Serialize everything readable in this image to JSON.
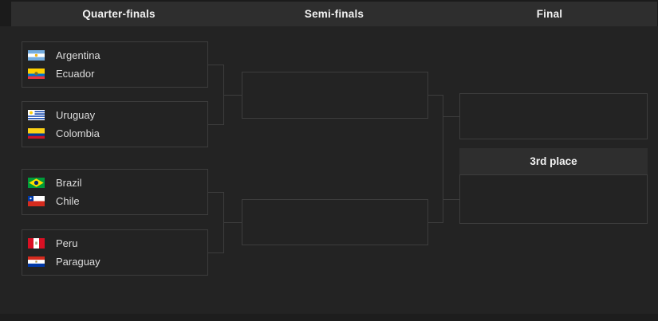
{
  "header": {
    "rounds": [
      "Quarter-finals",
      "Semi-finals",
      "Final"
    ]
  },
  "bracket": {
    "quarterfinals": [
      {
        "teams": [
          {
            "name": "Argentina",
            "flag_icon": "argentina-flag-icon"
          },
          {
            "name": "Ecuador",
            "flag_icon": "ecuador-flag-icon"
          }
        ]
      },
      {
        "teams": [
          {
            "name": "Uruguay",
            "flag_icon": "uruguay-flag-icon"
          },
          {
            "name": "Colombia",
            "flag_icon": "colombia-flag-icon"
          }
        ]
      },
      {
        "teams": [
          {
            "name": "Brazil",
            "flag_icon": "brazil-flag-icon"
          },
          {
            "name": "Chile",
            "flag_icon": "chile-flag-icon"
          }
        ]
      },
      {
        "teams": [
          {
            "name": "Peru",
            "flag_icon": "peru-flag-icon"
          },
          {
            "name": "Paraguay",
            "flag_icon": "paraguay-flag-icon"
          }
        ]
      }
    ],
    "semifinals": [
      {
        "teams": []
      },
      {
        "teams": []
      }
    ],
    "final": {
      "teams": []
    },
    "third_place": {
      "label": "3rd place",
      "teams": []
    }
  },
  "colors": {
    "background": "#232323",
    "header_bar": "#2e2e2e",
    "page_edge": "#1b1b1b",
    "box_border": "#3d3d3d",
    "connector": "#3d3d3d",
    "title_text": "#f2f2f2",
    "team_text": "#dcdcdc"
  }
}
